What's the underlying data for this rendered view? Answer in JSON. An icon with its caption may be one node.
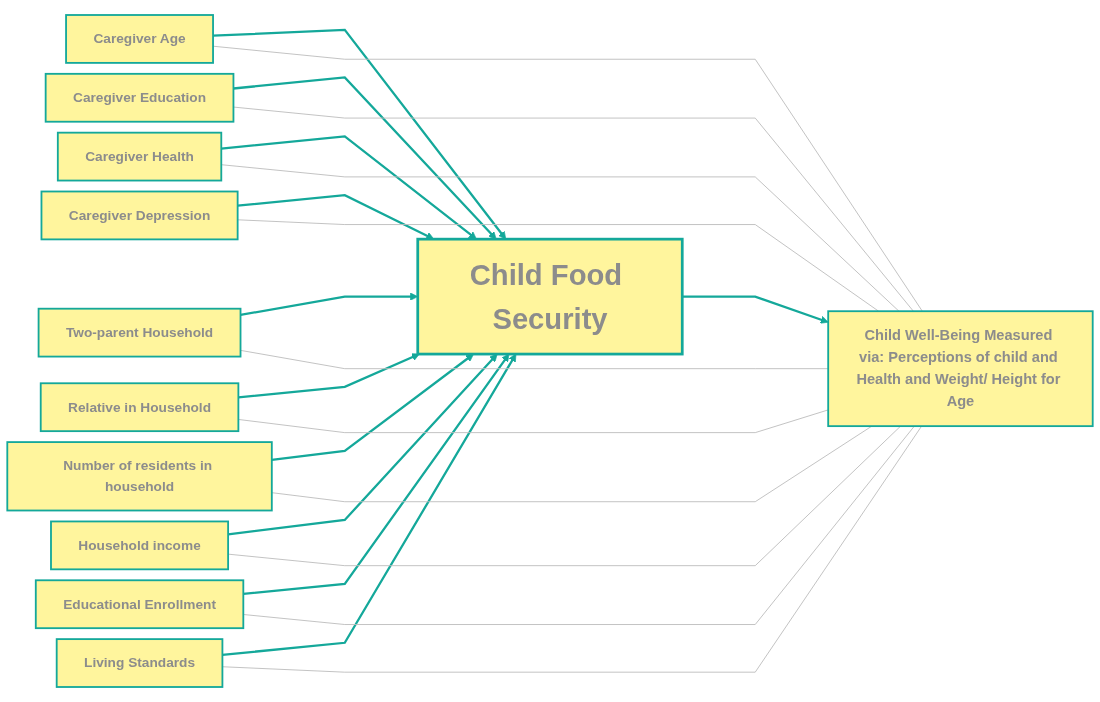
{
  "diagram": {
    "nodes": [
      {
        "text": [
          "Caregiver Age"
        ]
      },
      {
        "text": [
          "Caregiver Education"
        ]
      },
      {
        "text": [
          "Caregiver Health"
        ]
      },
      {
        "text": [
          "Caregiver Depression"
        ]
      },
      {
        "text": [
          "Two-parent Household"
        ]
      },
      {
        "text": [
          "Relative in Household"
        ]
      },
      {
        "text": [
          "Number of residents in household"
        ]
      },
      {
        "text": [
          "Household income"
        ]
      },
      {
        "text": [
          "Educational Enrollment"
        ]
      },
      {
        "text": [
          "Living Standards"
        ]
      },
      {
        "text": [
          "Child Food Security"
        ]
      },
      {
        "text": [
          "Child Well-Being Measured via: Perceptions of child and Health and Weight/ Height for Age"
        ]
      }
    ],
    "edges": [
      {
        "from": 0,
        "to": 10,
        "arrow": "to"
      },
      {
        "from": 1,
        "to": 10,
        "arrow": "to"
      },
      {
        "from": 2,
        "to": 10,
        "arrow": "to"
      },
      {
        "from": 3,
        "to": 10,
        "arrow": "to"
      },
      {
        "from": 4,
        "to": 10,
        "arrow": "to"
      },
      {
        "from": 5,
        "to": 10,
        "arrow": "to"
      },
      {
        "from": 6,
        "to": 10,
        "arrow": "to"
      },
      {
        "from": 7,
        "to": 10,
        "arrow": "to"
      },
      {
        "from": 8,
        "to": 10,
        "arrow": "to"
      },
      {
        "from": 9,
        "to": 10,
        "arrow": "to"
      },
      {
        "from": 0,
        "to": 11,
        "arrow": "none",
        "color": "#bdbdbd"
      },
      {
        "from": 1,
        "to": 11,
        "arrow": "none",
        "color": "#bdbdbd"
      },
      {
        "from": 2,
        "to": 11,
        "arrow": "none",
        "color": "#bdbdbd"
      },
      {
        "from": 3,
        "to": 11,
        "arrow": "none",
        "color": "#bdbdbd"
      },
      {
        "from": 4,
        "to": 11,
        "arrow": "none",
        "color": "#bdbdbd"
      },
      {
        "from": 5,
        "to": 11,
        "arrow": "none",
        "color": "#bdbdbd"
      },
      {
        "from": 6,
        "to": 11,
        "arrow": "none",
        "color": "#bdbdbd"
      },
      {
        "from": 7,
        "to": 11,
        "arrow": "none",
        "color": "#bdbdbd"
      },
      {
        "from": 8,
        "to": 11,
        "arrow": "none",
        "color": "#bdbdbd"
      },
      {
        "from": 9,
        "to": 11,
        "arrow": "none",
        "color": "#bdbdbd"
      },
      {
        "from": 10,
        "to": 11,
        "arrow": "to"
      }
    ]
  }
}
